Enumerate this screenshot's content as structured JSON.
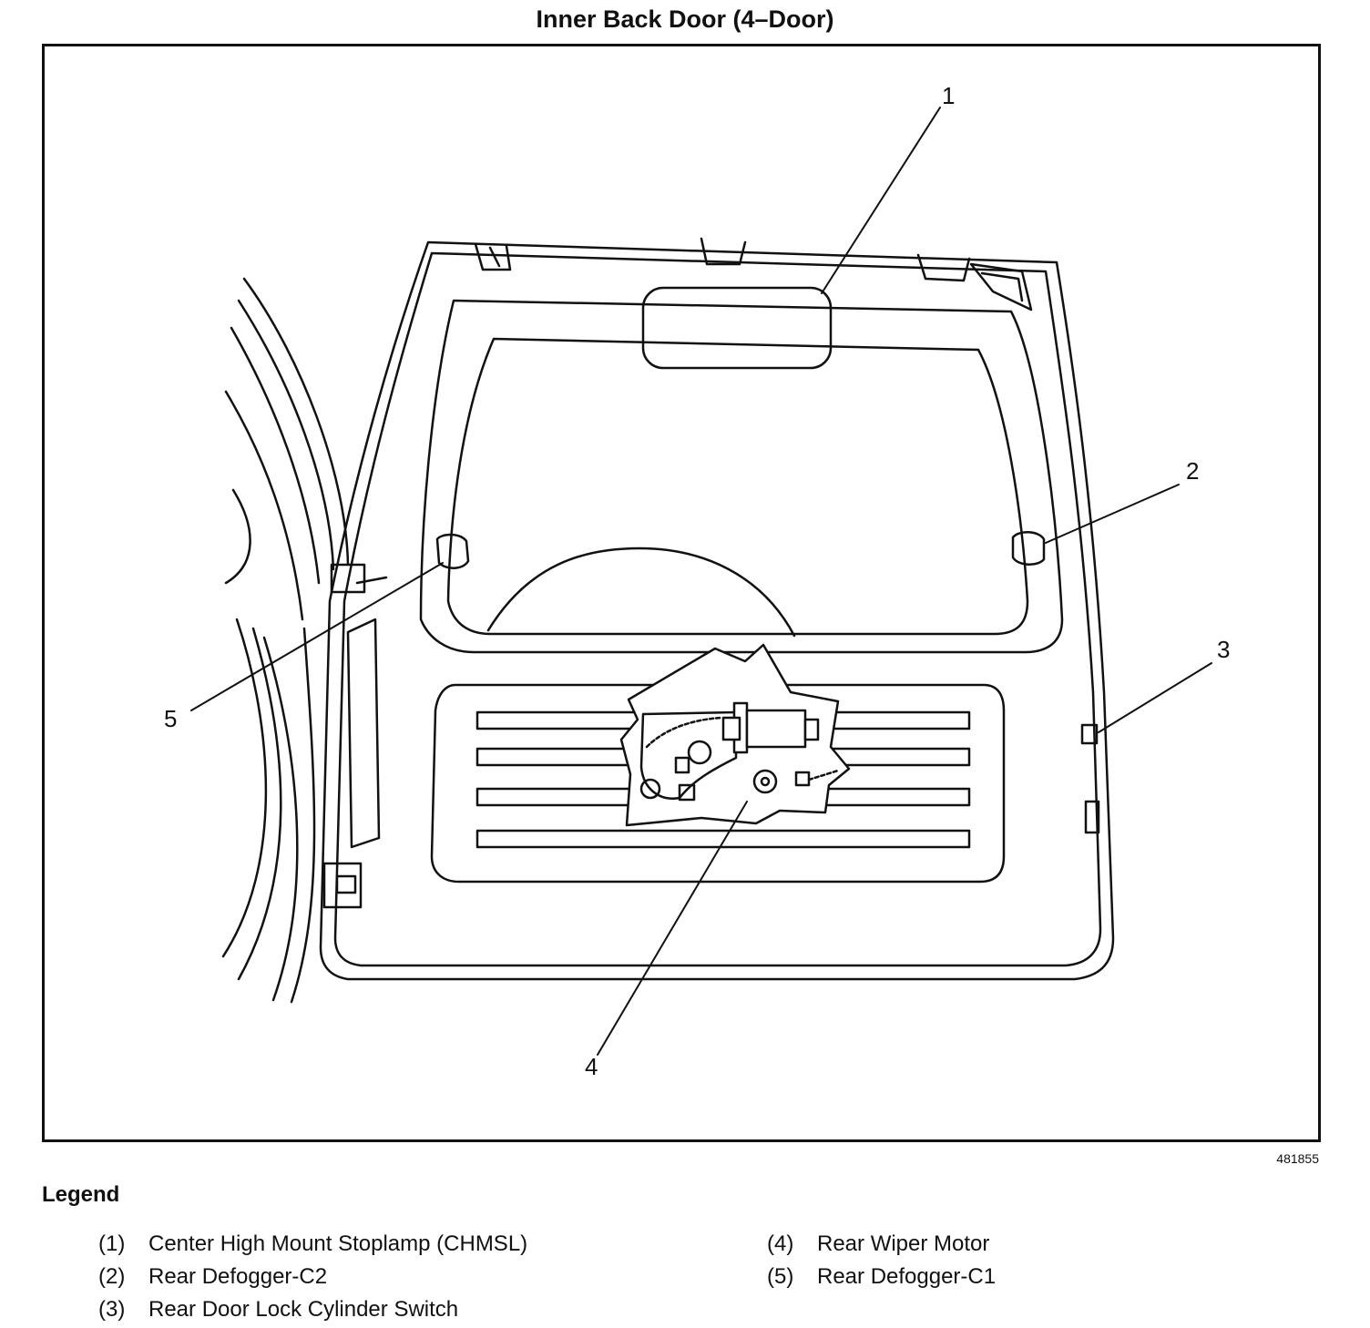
{
  "title": "Inner Back Door (4–Door)",
  "figure_id": "481855",
  "callouts": [
    "1",
    "2",
    "3",
    "4",
    "5"
  ],
  "legend": {
    "heading": "Legend",
    "items": [
      {
        "num": "(1)",
        "label": "Center High Mount Stoplamp (CHMSL)"
      },
      {
        "num": "(2)",
        "label": "Rear Defogger-C2"
      },
      {
        "num": "(3)",
        "label": "Rear Door Lock Cylinder Switch"
      },
      {
        "num": "(4)",
        "label": "Rear Wiper Motor"
      },
      {
        "num": "(5)",
        "label": "Rear Defogger-C1"
      }
    ]
  }
}
